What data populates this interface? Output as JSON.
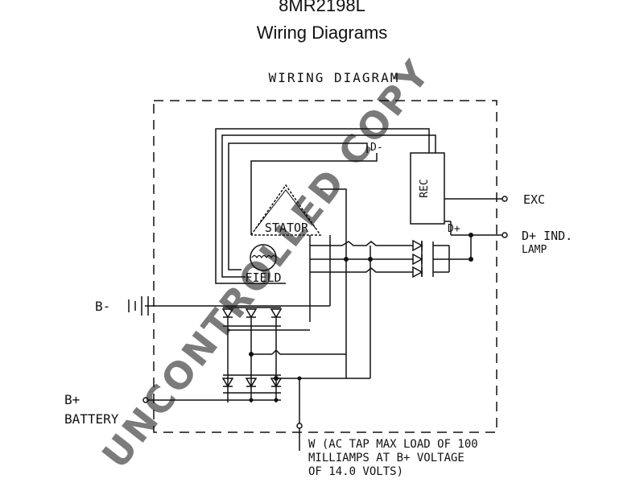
{
  "header": {
    "part_number": "8MR2198L",
    "subtitle": "Wiring Diagrams"
  },
  "diagram": {
    "heading": "WIRING DIAGRAM",
    "components": {
      "rectifier": "REC",
      "stator": "STATOR",
      "field": "FIELD",
      "dminus_label": "D-",
      "dplus_label": "D+"
    },
    "terminals": {
      "exc": "EXC",
      "dplus_lamp_line1": "D+ IND.",
      "dplus_lamp_line2": "LAMP",
      "battery_minus": "B-",
      "battery_plus_line1": "B+",
      "battery_plus_line2": "BATTERY",
      "w_line1": "W (AC TAP MAX LOAD OF 100",
      "w_line2": "MILLIAMPS AT B+ VOLTAGE",
      "w_line3": "OF 14.0 VOLTS)"
    },
    "watermark": "UNCONTROLLED COPY"
  }
}
